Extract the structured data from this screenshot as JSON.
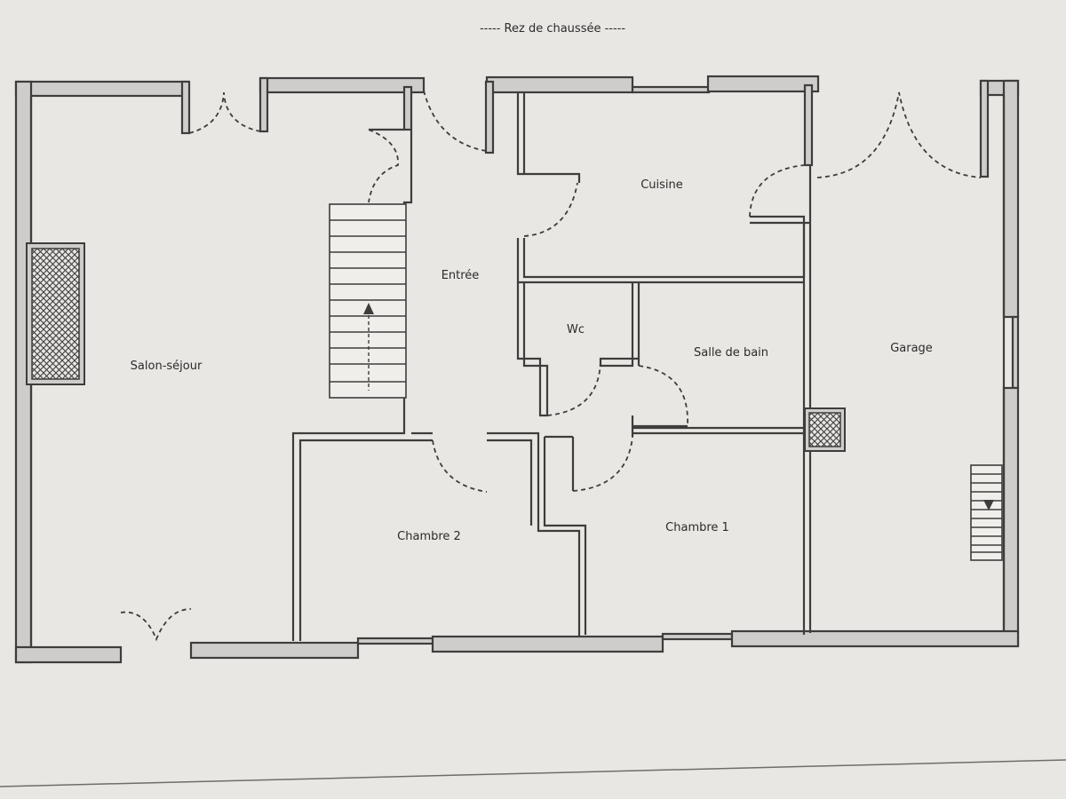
{
  "title": "----- Rez de chaussée -----",
  "rooms": {
    "salon": "Salon-séjour",
    "entree": "Entrée",
    "cuisine": "Cuisine",
    "wc": "Wc",
    "bain": "Salle de bain",
    "garage": "Garage",
    "chambre2": "Chambre 2",
    "chambre1": "Chambre 1"
  },
  "colors": {
    "paper": "#e9e7e4",
    "wall_fill": "#cfcdcb",
    "ink": "#3e3d3c"
  }
}
